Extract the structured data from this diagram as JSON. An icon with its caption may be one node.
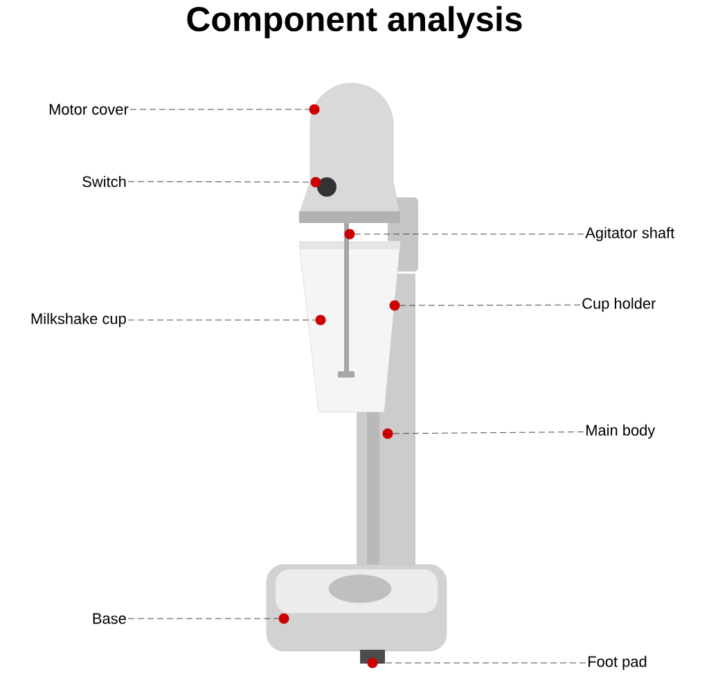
{
  "diagram": {
    "title": "Component analysis",
    "nodes": [
      {
        "text": [
          "Motor cover"
        ]
      },
      {
        "text": [
          "Switch"
        ]
      },
      {
        "text": [
          "Agitator shaft"
        ]
      },
      {
        "text": [
          "Cup holder"
        ]
      },
      {
        "text": [
          "Milkshake cup"
        ]
      },
      {
        "text": [
          "Main body"
        ]
      },
      {
        "text": [
          "Base"
        ]
      },
      {
        "text": [
          "Foot pad"
        ]
      },
      {
        "text": [],
        "shape": "circle"
      },
      {
        "text": [],
        "shape": "circle"
      },
      {
        "text": [],
        "shape": "circle"
      },
      {
        "text": [],
        "shape": "circle"
      },
      {
        "text": [],
        "shape": "circle"
      },
      {
        "text": [],
        "shape": "circle"
      },
      {
        "text": [],
        "shape": "circle"
      },
      {
        "text": [],
        "shape": "circle"
      }
    ],
    "edges": [
      {
        "from": 0,
        "to": 8,
        "arrow": "none",
        "style": "dashed"
      },
      {
        "from": 1,
        "to": 9,
        "arrow": "none",
        "style": "dashed"
      },
      {
        "from": 2,
        "to": 10,
        "arrow": "none",
        "style": "dashed"
      },
      {
        "from": 3,
        "to": 11,
        "arrow": "none",
        "style": "dashed"
      },
      {
        "from": 4,
        "to": 12,
        "arrow": "none",
        "style": "dashed"
      },
      {
        "from": 5,
        "to": 13,
        "arrow": "none",
        "style": "dashed"
      },
      {
        "from": 6,
        "to": 14,
        "arrow": "none",
        "style": "dashed"
      },
      {
        "from": 7,
        "to": 15,
        "arrow": "none",
        "style": "dashed"
      }
    ]
  }
}
